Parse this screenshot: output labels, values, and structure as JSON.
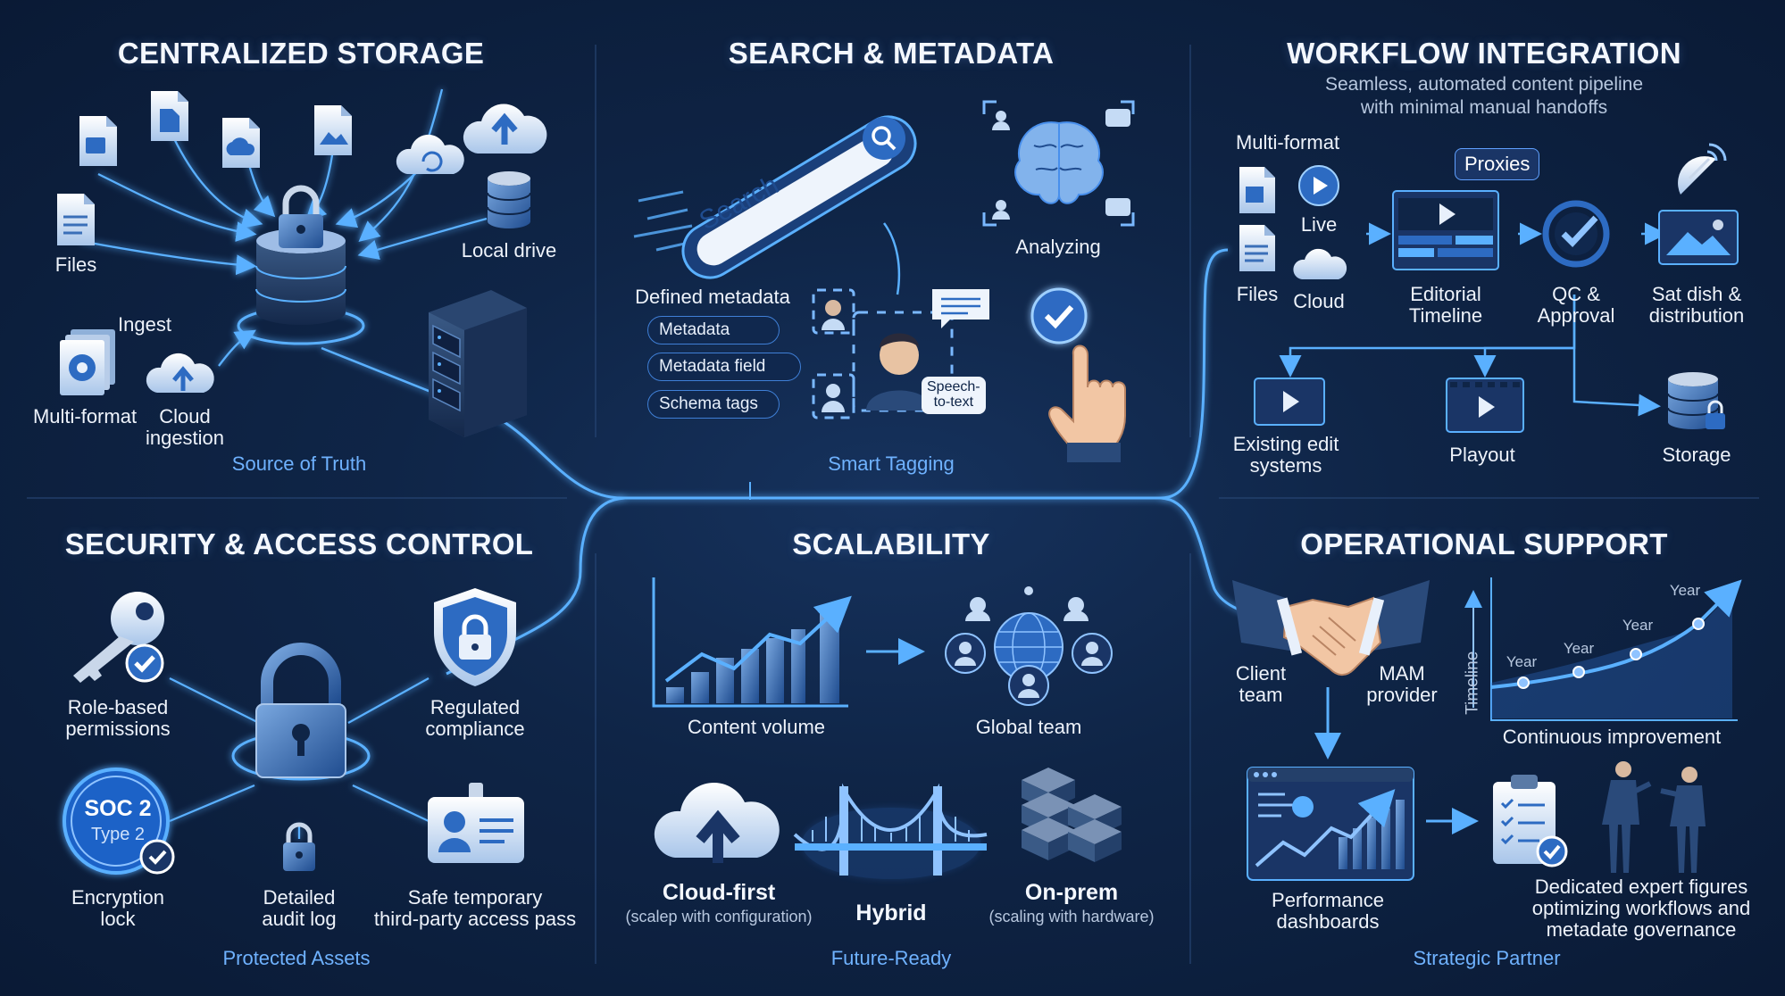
{
  "panels": {
    "storage": {
      "title": "CENTRALIZED STORAGE",
      "files": "Files",
      "local_drive": "Local drive",
      "ingest": "Ingest",
      "multi_format": "Multi-format",
      "cloud_ingestion": "Cloud\ningestion",
      "caption": "Source of Truth"
    },
    "search": {
      "title": "SEARCH & METADATA",
      "search_bar": "Search",
      "analyzing": "Analyzing",
      "defined_metadata": "Defined metadata",
      "chips": [
        "Metadata",
        "Metadata field",
        "Schema tags"
      ],
      "speech_to_text": "Speech-\nto-text",
      "caption": "Smart Tagging"
    },
    "workflow": {
      "title": "WORKFLOW INTEGRATION",
      "subtitle_1": "Seamless, automated content pipeline",
      "subtitle_2": "with minimal manual handoffs",
      "multi_format": "Multi-format",
      "live": "Live",
      "files": "Files",
      "cloud": "Cloud",
      "proxies": "Proxies",
      "editorial_timeline": "Editorial\nTimeline",
      "qc_approval": "QC &\nApproval",
      "sat_dish": "Sat dish &\ndistribution",
      "existing_edit": "Existing edit\nsystems",
      "playout": "Playout",
      "storage": "Storage"
    },
    "security": {
      "title": "SECURITY & ACCESS CONTROL",
      "role_based": "Role-based\npermissions",
      "regulated": "Regulated\ncompliance",
      "soc2_line1": "SOC 2",
      "soc2_line2": "Type 2",
      "encryption": "Encryption\nlock",
      "audit_log": "Detailed\naudit log",
      "access_pass": "Safe temporary\nthird-party access pass",
      "caption": "Protected Assets"
    },
    "scalability": {
      "title": "SCALABILITY",
      "content_volume": "Content volume",
      "global_team": "Global team",
      "cloud_first": "Cloud-first",
      "cloud_first_sub": "(scalep with configuration)",
      "hybrid": "Hybrid",
      "on_prem": "On-prem",
      "on_prem_sub": "(scaling with hardware)",
      "caption": "Future-Ready"
    },
    "operational": {
      "title": "OPERATIONAL SUPPORT",
      "client_team": "Client\nteam",
      "mam_provider": "MAM\nprovider",
      "timeline_axis": "Timeline",
      "year_labels": [
        "Year",
        "Year",
        "Year",
        "Year"
      ],
      "continuous_improvement": "Continuous improvement",
      "performance_dashboards": "Performance\ndashboards",
      "dedicated_experts": "Dedicated expert figures\noptimizing workflows and\nmetadate governance",
      "caption": "Strategic Partner"
    }
  },
  "colors": {
    "background": "#0b1a33",
    "accent": "#3b8cff",
    "glow": "#5ab0ff",
    "caption": "#6fb2ff"
  }
}
